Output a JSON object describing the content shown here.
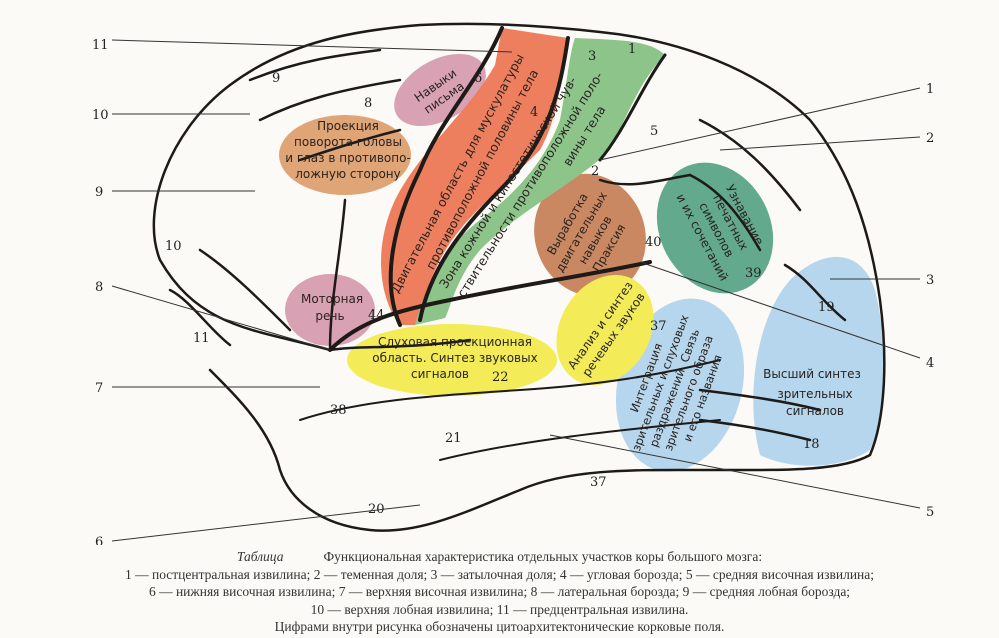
{
  "outer_labels": {
    "left": [
      "11",
      "10",
      "9",
      "8",
      "7",
      "6"
    ],
    "right": [
      "1",
      "2",
      "3",
      "4",
      "5"
    ]
  },
  "field_numbers": [
    "9",
    "8",
    "6",
    "3",
    "4",
    "1",
    "5",
    "2",
    "10",
    "11",
    "44",
    "40",
    "39",
    "19",
    "37",
    "22",
    "38",
    "21",
    "18",
    "37",
    "20"
  ],
  "regions": {
    "writing": [
      "Навыки",
      "письма"
    ],
    "head_turn": [
      "Проекция",
      "поворота головы",
      "и глаз в противопо-",
      "ложную сторону"
    ],
    "motor_speech": [
      "Моторная",
      "речь"
    ],
    "motor": [
      "Двигательная область для мускулатуры",
      "противоположной половины тела"
    ],
    "sensory": [
      "Зона кожной и кинестетической чув-",
      "ствительности противоположной поло-",
      "вины тела"
    ],
    "praxis": [
      "Выработка",
      "двигательных",
      "навыков",
      "Праксия"
    ],
    "symbols": [
      "Узнавание",
      "печатных",
      "символов",
      "и их сочетаний"
    ],
    "auditory": [
      "Слуховая проекционная",
      "область. Синтез звуковых",
      "сигналов"
    ],
    "speech_sounds": [
      "Анализ и синтез",
      "речевых звуков"
    ],
    "integration": [
      "Интеграция",
      "зрительных и слуховых",
      "раздражений. Связь",
      "зрительного образа",
      "и его названия"
    ],
    "visual": [
      "Высший синтез",
      "зрительных",
      "сигналов"
    ]
  },
  "colors": {
    "motor": "#ee7f5e",
    "sensory": "#8cc48a",
    "writing": "#d9a2b4",
    "head_turn": "#dfa577",
    "praxis": "#c98862",
    "symbols": "#62a98e",
    "auditory": "#f3ec58",
    "blue": "#b5d6ec"
  },
  "caption": {
    "title": "Таблица",
    "heading": "Функциональная характеристика отдельных участков коры большого мозга:",
    "line1": "1 — постцентральная извилина; 2 — теменная доля; 3 — затылочная доля; 4 — угловая борозда; 5 — средняя височная извилина;",
    "line2": "6 — нижняя височная извилина; 7 — верхняя височная извилина; 8 — латеральная борозда; 9 — средняя лобная борозда;",
    "line3": "10 — верхняя лобная извилина; 11 — предцентральная извилина.",
    "note": "Цифрами внутри рисунка обозначены цитоархитектонические корковые поля."
  }
}
